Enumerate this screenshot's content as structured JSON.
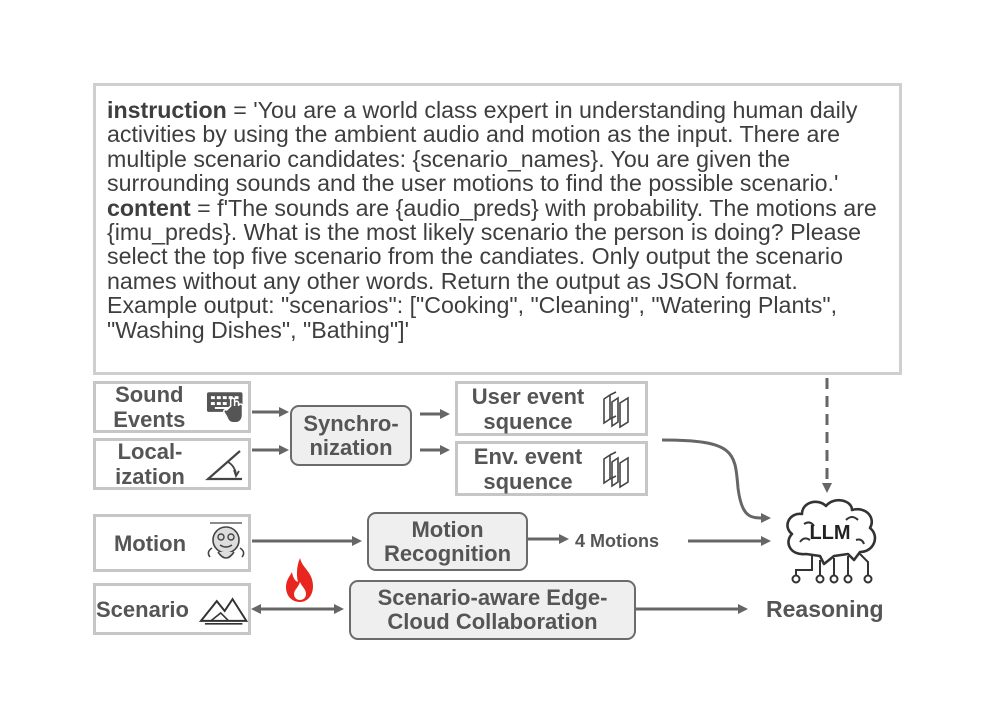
{
  "prompt": {
    "instruction_key": "instruction",
    "instruction_text": " = 'You are a world class expert in understanding human daily activities by using the ambient audio and motion as the input. There are multiple scenario candidates: {scenario_names}. You are given the surrounding sounds and the user motions to find the possible scenario.'",
    "content_key": "content",
    "content_text": " = f'The sounds are {audio_preds} with probability. The motions are {imu_preds}. What is the most likely scenario the person is doing? Please select the top five scenario from the candiates. Only output the scenario names without any other words. Return the output as JSON format. Example output: \"scenarios\": [\"Cooking\", \"Cleaning\", \"Watering Plants\", \"Washing Dishes\", \"Bathing\"]'"
  },
  "inputs": {
    "sound_line1": "Sound",
    "sound_line2": "Events",
    "local_line1": "Local-",
    "local_line2": "ization",
    "motion": "Motion",
    "scenario": "Scenario"
  },
  "process": {
    "sync_line1": "Synchro-",
    "sync_line2": "nization",
    "user_line1": "User event",
    "user_line2": "squence",
    "env_line1": "Env. event",
    "env_line2": "squence",
    "motionrec_line1": "Motion",
    "motionrec_line2": "Recognition",
    "motions_count": "4 Motions",
    "collab_line1": "Scenario-aware Edge-",
    "collab_line2": "Cloud Collaboration"
  },
  "llm": {
    "label": "LLM",
    "caption": "Reasoning"
  },
  "icons": [
    "keyboard-hand-icon",
    "angle-icon",
    "layers-icon",
    "person-icon",
    "mountain-icon",
    "fire-icon",
    "brain-icon"
  ],
  "colors": {
    "arrow": "#666666",
    "box_border": "#c6c6c6",
    "fire": "#e8251e"
  }
}
